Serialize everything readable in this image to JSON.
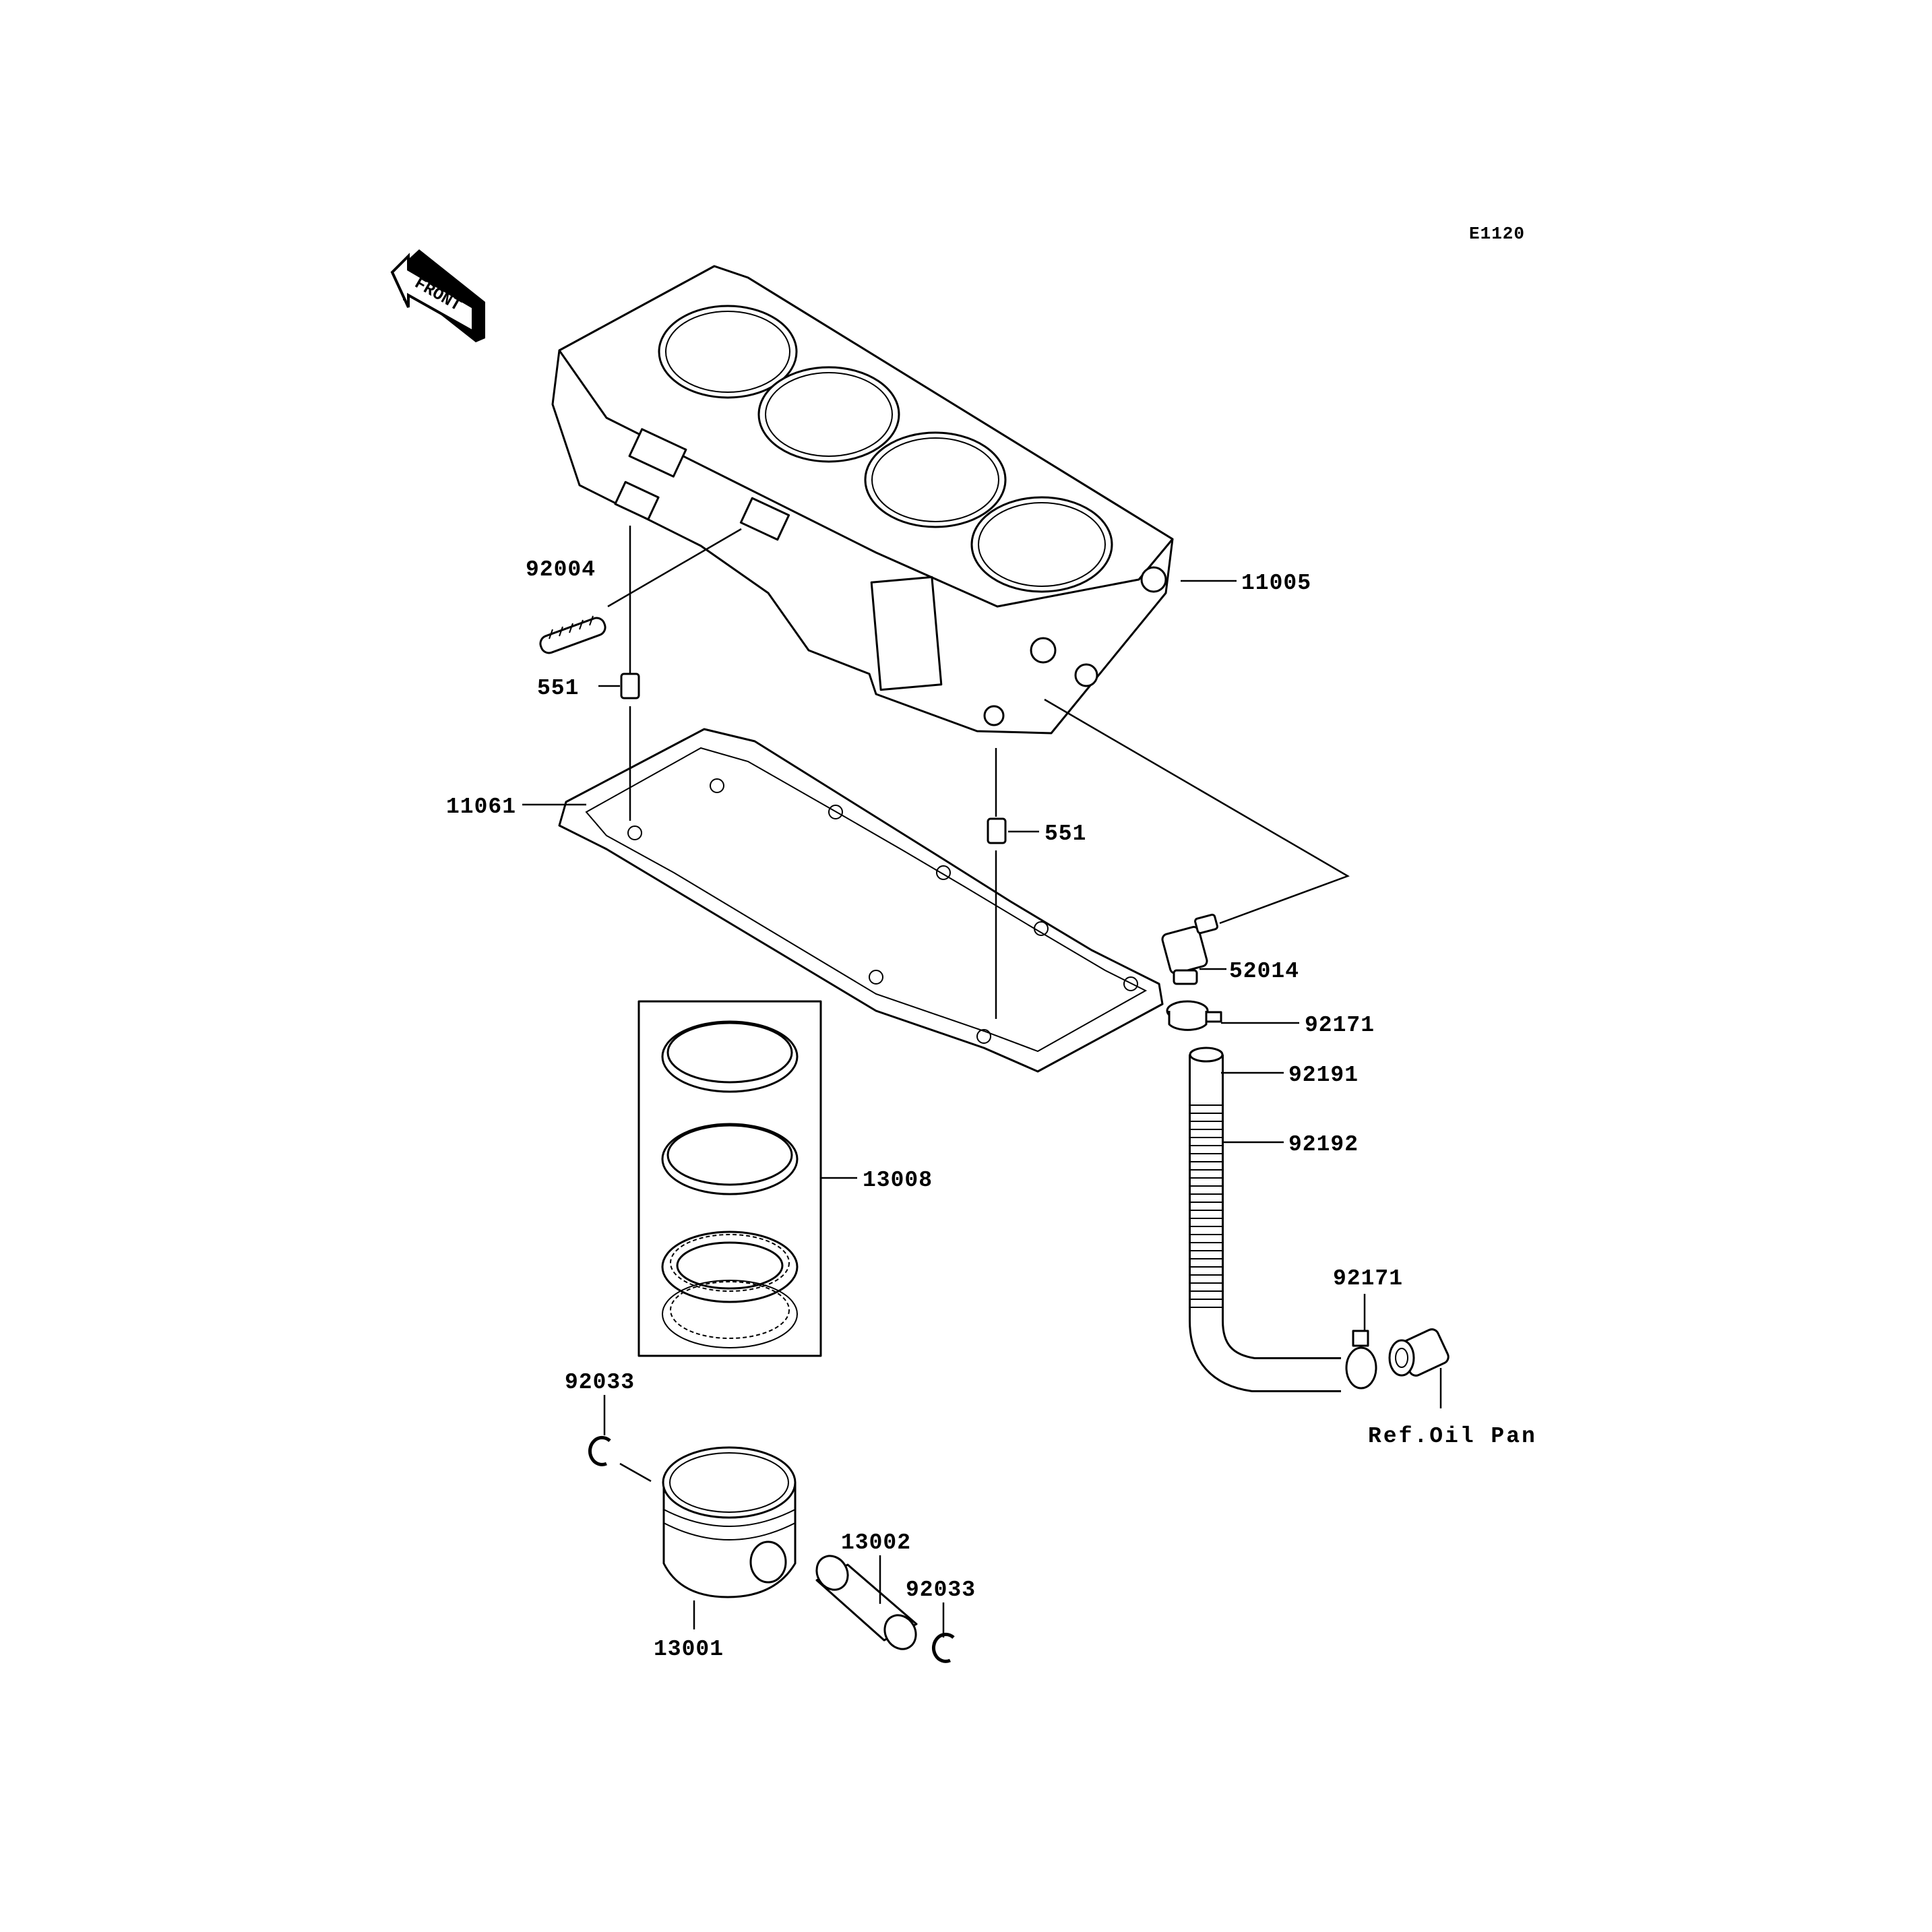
{
  "diagram_code": "E1120",
  "front_arrow_label": "FRONT",
  "parts": {
    "cylinder": "11005",
    "stud": "92004",
    "dowel_pin_left": "551",
    "dowel_pin_right": "551",
    "gasket": "11061",
    "fitting": "52014",
    "clamp_upper": "92171",
    "hose_upper": "92191",
    "hose": "92192",
    "clamp_lower": "92171",
    "ring_set": "13008",
    "circlip_left": "92033",
    "piston_pin": "13002",
    "circlip_right": "92033",
    "piston": "13001"
  },
  "reference": "Ref.Oil Pan"
}
